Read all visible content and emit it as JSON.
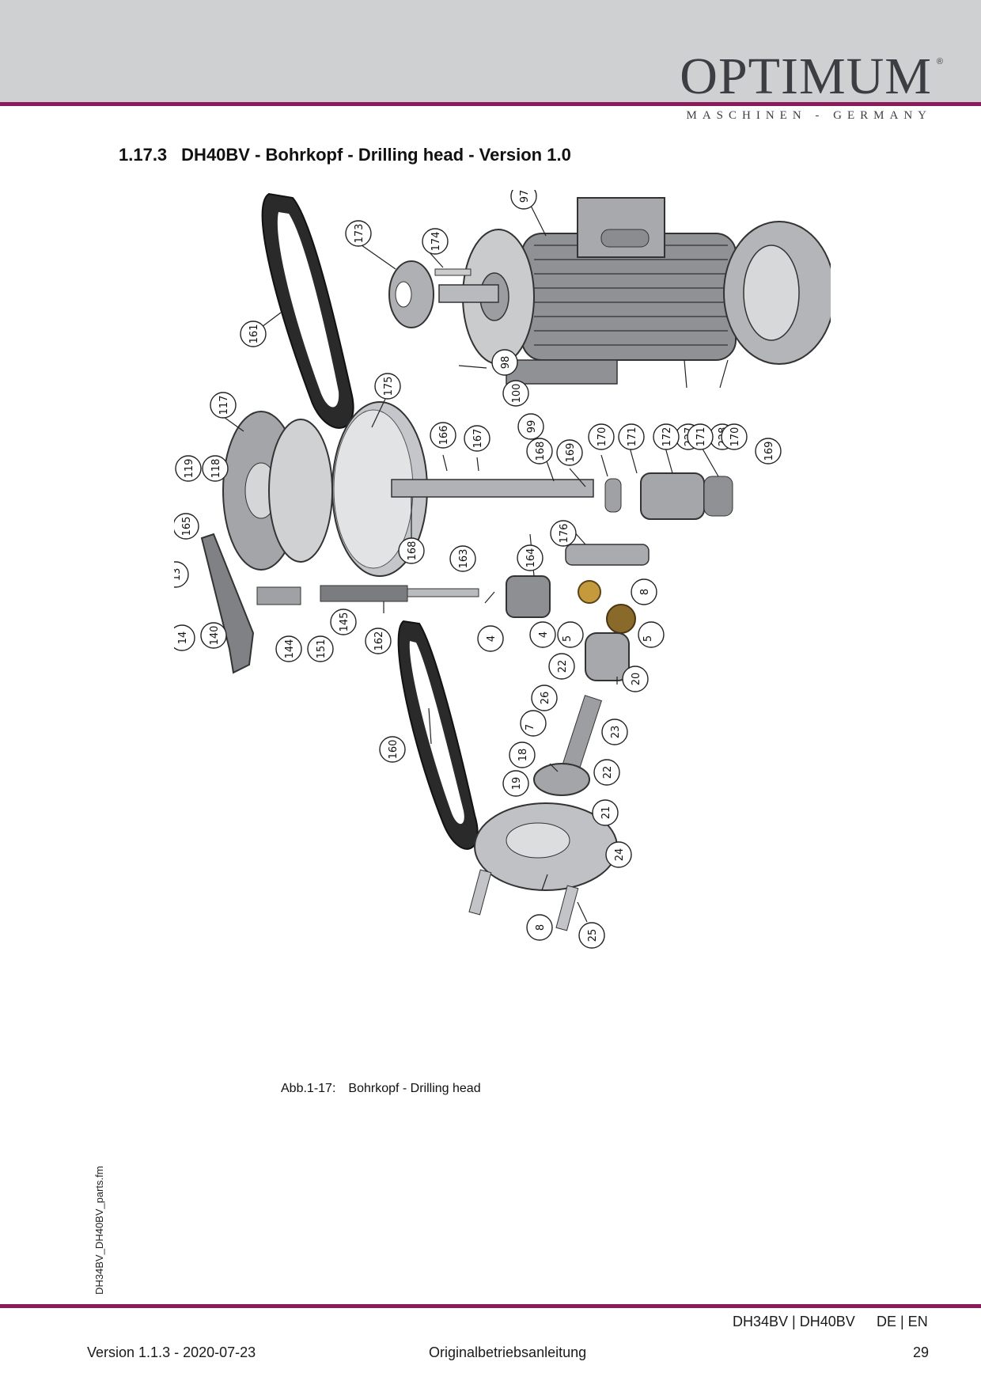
{
  "header": {
    "brand": "OPTIMUM",
    "registered": "®",
    "tagline": "MASCHINEN - GERMANY"
  },
  "section": {
    "number": "1.17.3",
    "title": "DH40BV - Bohrkopf - Drilling head - Version 1.0"
  },
  "figure": {
    "caption_label": "Abb.1-17:",
    "caption_text": "Bohrkopf - Drilling head",
    "callouts": [
      "97",
      "173",
      "174",
      "161",
      "98",
      "100",
      "99",
      "227",
      "228",
      "117",
      "175",
      "166",
      "167",
      "168",
      "169",
      "170",
      "171",
      "172",
      "171",
      "170",
      "169",
      "119",
      "118",
      "165",
      "168",
      "163",
      "164",
      "176",
      "13",
      "8",
      "14",
      "140",
      "144",
      "151",
      "145",
      "162",
      "4",
      "4",
      "5",
      "5",
      "22",
      "20",
      "26",
      "7",
      "23",
      "160",
      "18",
      "19",
      "22",
      "21",
      "24",
      "8",
      "25"
    ]
  },
  "side_text": "DH34BV_DH40BV_parts.fm",
  "footer": {
    "models": "DH34BV | DH40BV",
    "languages": "DE | EN",
    "version": "Version 1.1.3 - 2020-07-23",
    "document": "Originalbetriebsanleitung",
    "page": "29"
  }
}
